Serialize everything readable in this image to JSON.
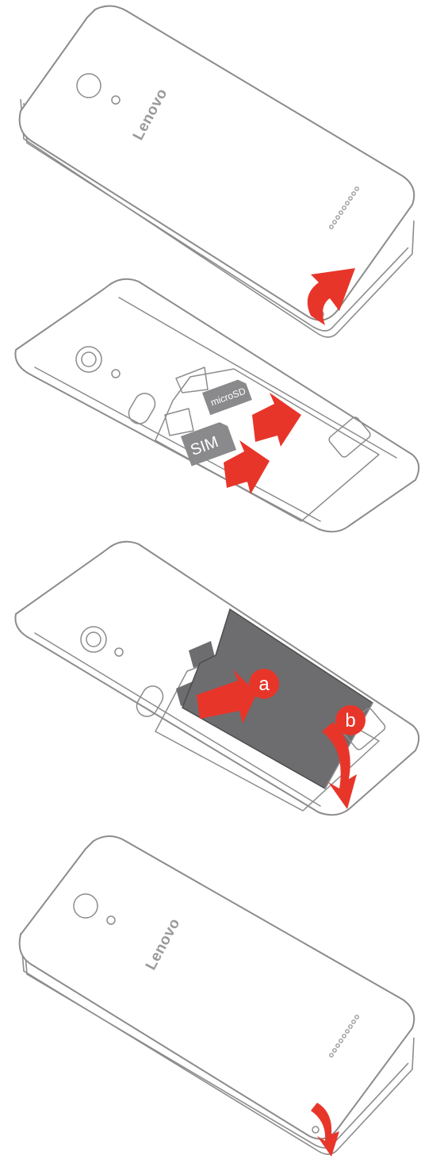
{
  "steps": [
    {
      "brand": "Lenovo"
    },
    {
      "cards": {
        "microsd": "microSD",
        "sim": "SIM"
      }
    },
    {
      "badges": {
        "a": "a",
        "b": "b"
      }
    },
    {
      "brand": "Lenovo"
    }
  ],
  "colors": {
    "arrow": "#e8352a",
    "card": "#8a8a8c",
    "battery": "#6d6d6f",
    "outline": "#8c8c8c"
  }
}
